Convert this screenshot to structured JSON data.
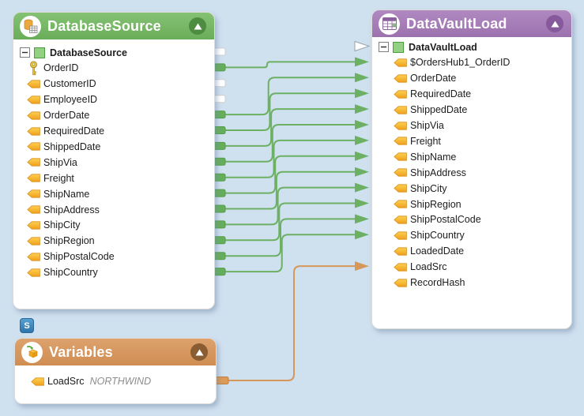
{
  "app": {
    "background": "#cfe0ef"
  },
  "badge": {
    "label": "S",
    "color": "#3e88c3"
  },
  "colors": {
    "source_header": "#74b563",
    "source_header_dark": "#4d8d42",
    "target_header": "#a87db8",
    "target_header_dark": "#86589c",
    "vars_header": "#d4945f",
    "vars_header_dark": "#8a5c32",
    "link_green": "#6cb163",
    "link_orange": "#d6975a",
    "field_icon_yellow": "#f6b62b",
    "root_icon_green": "#92d182",
    "port_white": "#ffffff"
  },
  "source_panel": {
    "title": "DatabaseSource",
    "icon": "database-table-icon",
    "root_label": "DatabaseSource",
    "fields": [
      {
        "label": "OrderID",
        "icon": "key-icon"
      },
      {
        "label": "CustomerID",
        "icon": "field-icon"
      },
      {
        "label": "EmployeeID",
        "icon": "field-icon"
      },
      {
        "label": "OrderDate",
        "icon": "field-icon"
      },
      {
        "label": "RequiredDate",
        "icon": "field-icon"
      },
      {
        "label": "ShippedDate",
        "icon": "field-icon"
      },
      {
        "label": "ShipVia",
        "icon": "field-icon"
      },
      {
        "label": "Freight",
        "icon": "field-icon"
      },
      {
        "label": "ShipName",
        "icon": "field-icon"
      },
      {
        "label": "ShipAddress",
        "icon": "field-icon"
      },
      {
        "label": "ShipCity",
        "icon": "field-icon"
      },
      {
        "label": "ShipRegion",
        "icon": "field-icon"
      },
      {
        "label": "ShipPostalCode",
        "icon": "field-icon"
      },
      {
        "label": "ShipCountry",
        "icon": "field-icon"
      }
    ]
  },
  "target_panel": {
    "title": "DataVaultLoad",
    "icon": "table-grid-icon",
    "root_label": "DataVaultLoad",
    "fields": [
      {
        "label": "$OrdersHub1_OrderID",
        "icon": "field-icon"
      },
      {
        "label": "OrderDate",
        "icon": "field-icon"
      },
      {
        "label": "RequiredDate",
        "icon": "field-icon"
      },
      {
        "label": "ShippedDate",
        "icon": "field-icon"
      },
      {
        "label": "ShipVia",
        "icon": "field-icon"
      },
      {
        "label": "Freight",
        "icon": "field-icon"
      },
      {
        "label": "ShipName",
        "icon": "field-icon"
      },
      {
        "label": "ShipAddress",
        "icon": "field-icon"
      },
      {
        "label": "ShipCity",
        "icon": "field-icon"
      },
      {
        "label": "ShipRegion",
        "icon": "field-icon"
      },
      {
        "label": "ShipPostalCode",
        "icon": "field-icon"
      },
      {
        "label": "ShipCountry",
        "icon": "field-icon"
      },
      {
        "label": "LoadedDate",
        "icon": "field-icon"
      },
      {
        "label": "LoadSrc",
        "icon": "field-icon"
      },
      {
        "label": "RecordHash",
        "icon": "field-icon"
      }
    ]
  },
  "variables_panel": {
    "title": "Variables",
    "icon": "variable-cube-icon",
    "fields": [
      {
        "label": "LoadSrc",
        "value": "NORTHWIND",
        "icon": "field-icon"
      }
    ]
  },
  "mappings": {
    "green": [
      {
        "from": "OrderID",
        "to": "$OrdersHub1_OrderID"
      },
      {
        "from": "OrderDate",
        "to": "OrderDate"
      },
      {
        "from": "RequiredDate",
        "to": "RequiredDate"
      },
      {
        "from": "ShippedDate",
        "to": "ShippedDate"
      },
      {
        "from": "ShipVia",
        "to": "ShipVia"
      },
      {
        "from": "Freight",
        "to": "Freight"
      },
      {
        "from": "ShipName",
        "to": "ShipName"
      },
      {
        "from": "ShipAddress",
        "to": "ShipAddress"
      },
      {
        "from": "ShipCity",
        "to": "ShipCity"
      },
      {
        "from": "ShipRegion",
        "to": "ShipRegion"
      },
      {
        "from": "ShipPostalCode",
        "to": "ShipPostalCode"
      },
      {
        "from": "ShipCountry",
        "to": "ShipCountry"
      }
    ],
    "orange": [
      {
        "from_panel": "variables",
        "from": "LoadSrc",
        "to": "LoadSrc"
      }
    ]
  }
}
